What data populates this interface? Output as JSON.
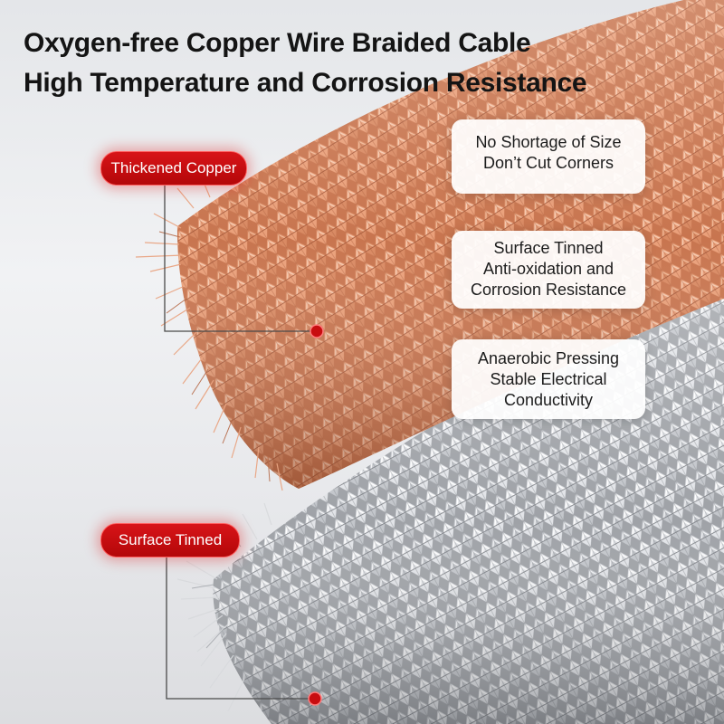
{
  "headline": {
    "line1": "Oxygen-free Copper Wire Braided Cable",
    "line2": "High Temperature and Corrosion Resistance"
  },
  "tags": {
    "copper": "Thickened Copper",
    "tinned": "Surface Tinned"
  },
  "features": [
    {
      "line1": "No Shortage of Size",
      "line2": "Don’t Cut Corners"
    },
    {
      "line1": "Surface Tinned",
      "line2": "Anti-oxidation and",
      "line3": "Corrosion Resistance"
    },
    {
      "line1": "Anaerobic Pressing",
      "line2": "Stable Electrical",
      "line3": "Conductivity"
    }
  ],
  "colors": {
    "copper": "#d98a63",
    "copper_dark": "#a85a3a",
    "copper_light": "#f3c1a3",
    "tinned": "#b9bcc1",
    "tinned_dark": "#7d8086",
    "tinned_light": "#eef0f3",
    "accent_red": "#c80d10"
  }
}
